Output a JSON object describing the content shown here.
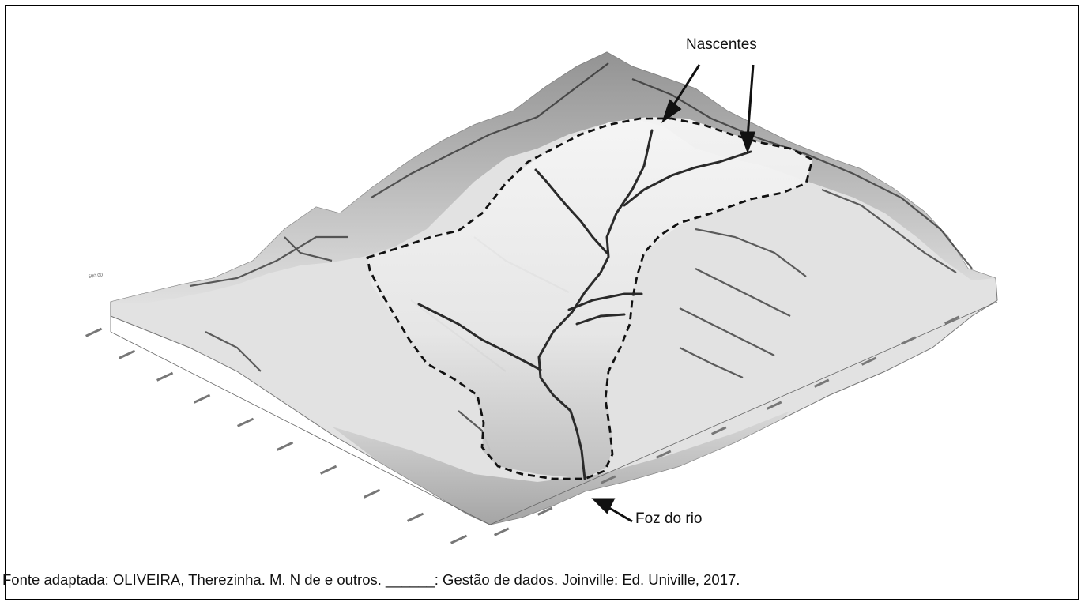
{
  "figure": {
    "labels": {
      "nascentes": "Nascentes",
      "foz": "Foz do rio"
    },
    "z_axis_label": "500.00",
    "caption": "Fonte adaptada: OLIVEIRA, Therezinha. M. N de e outros. ______: Gestão de dados. Joinville: Ed. Univille, 2017."
  }
}
